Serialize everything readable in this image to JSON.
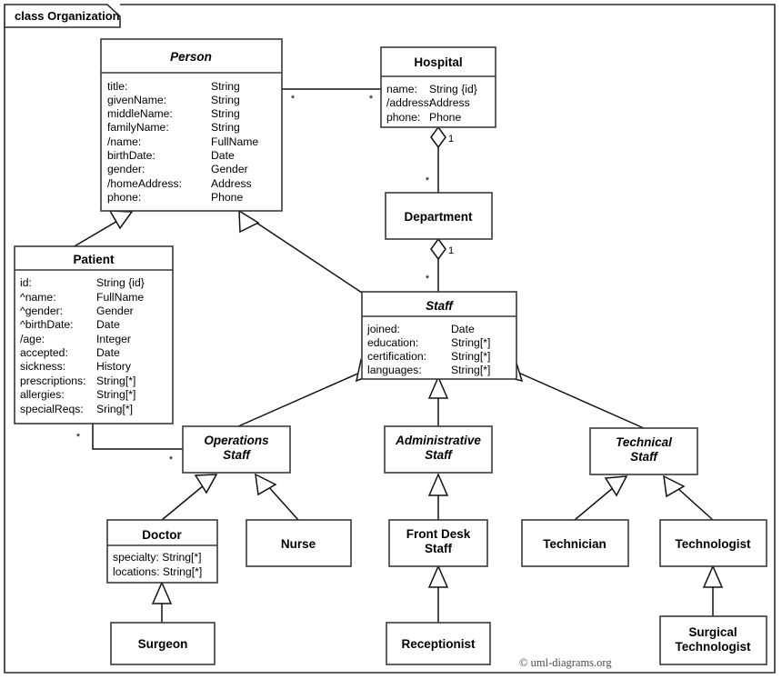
{
  "frame": {
    "label": "class Organization",
    "credit": "© uml-diagrams.org"
  },
  "classes": {
    "person": {
      "name": "Person",
      "abstract": true,
      "attributes": [
        {
          "name": "title:",
          "type": "String"
        },
        {
          "name": "givenName:",
          "type": "String"
        },
        {
          "name": "middleName:",
          "type": "String"
        },
        {
          "name": "familyName:",
          "type": "String"
        },
        {
          "name": "/name:",
          "type": "FullName"
        },
        {
          "name": "birthDate:",
          "type": "Date"
        },
        {
          "name": "gender:",
          "type": "Gender"
        },
        {
          "name": "/homeAddress:",
          "type": "Address"
        },
        {
          "name": "phone:",
          "type": "Phone"
        }
      ]
    },
    "hospital": {
      "name": "Hospital",
      "abstract": false,
      "attributes": [
        {
          "name": "name:",
          "type": "String {id}"
        },
        {
          "name": "/address:",
          "type": "Address"
        },
        {
          "name": "phone:",
          "type": "Phone"
        }
      ]
    },
    "department": {
      "name": "Department",
      "abstract": false,
      "attributes": []
    },
    "patient": {
      "name": "Patient",
      "abstract": false,
      "attributes": [
        {
          "name": "id:",
          "type": "String {id}"
        },
        {
          "name": "^name:",
          "type": "FullName"
        },
        {
          "name": "^gender:",
          "type": "Gender"
        },
        {
          "name": "^birthDate:",
          "type": "Date"
        },
        {
          "name": "/age:",
          "type": "Integer"
        },
        {
          "name": "accepted:",
          "type": "Date"
        },
        {
          "name": "sickness:",
          "type": "History"
        },
        {
          "name": "prescriptions:",
          "type": "String[*]"
        },
        {
          "name": "allergies:",
          "type": "String[*]"
        },
        {
          "name": "specialReqs:",
          "type": "Sring[*]"
        }
      ]
    },
    "staff": {
      "name": "Staff",
      "abstract": true,
      "attributes": [
        {
          "name": "joined:",
          "type": "Date"
        },
        {
          "name": "education:",
          "type": "String[*]"
        },
        {
          "name": "certification:",
          "type": "String[*]"
        },
        {
          "name": "languages:",
          "type": "String[*]"
        }
      ]
    },
    "operations_staff": {
      "name_line1": "Operations",
      "name_line2": "Staff",
      "abstract": true
    },
    "administrative_staff": {
      "name_line1": "Administrative",
      "name_line2": "Staff",
      "abstract": true
    },
    "technical_staff": {
      "name_line1": "Technical",
      "name_line2": "Staff",
      "abstract": true
    },
    "doctor": {
      "name": "Doctor",
      "abstract": false,
      "attributes": [
        {
          "name": "specialty: String[*]"
        },
        {
          "name": "locations: String[*]"
        }
      ]
    },
    "nurse": {
      "name": "Nurse",
      "abstract": false
    },
    "front_desk_staff": {
      "name_line1": "Front Desk",
      "name_line2": "Staff",
      "abstract": false
    },
    "technician": {
      "name": "Technician",
      "abstract": false
    },
    "technologist": {
      "name": "Technologist",
      "abstract": false
    },
    "surgeon": {
      "name": "Surgeon",
      "abstract": false
    },
    "receptionist": {
      "name": "Receptionist",
      "abstract": false
    },
    "surgical_technologist": {
      "name_line1": "Surgical",
      "name_line2": "Technologist",
      "abstract": false
    }
  },
  "multiplicities": {
    "person_hospital_source": "*",
    "person_hospital_target": "*",
    "hospital_department_whole": "1",
    "hospital_department_part": "*",
    "department_staff_whole": "1",
    "department_staff_part": "*",
    "patient_operations_source": "*",
    "patient_operations_target": "*"
  },
  "relationships": [
    {
      "kind": "association",
      "from": "Person",
      "to": "Hospital"
    },
    {
      "kind": "aggregation",
      "from": "Hospital",
      "to": "Department"
    },
    {
      "kind": "aggregation",
      "from": "Department",
      "to": "Staff"
    },
    {
      "kind": "generalization",
      "from": "Patient",
      "to": "Person"
    },
    {
      "kind": "generalization",
      "from": "Staff",
      "to": "Person"
    },
    {
      "kind": "association",
      "from": "Patient",
      "to": "Operations Staff"
    },
    {
      "kind": "generalization",
      "from": "Operations Staff",
      "to": "Staff"
    },
    {
      "kind": "generalization",
      "from": "Administrative Staff",
      "to": "Staff"
    },
    {
      "kind": "generalization",
      "from": "Technical Staff",
      "to": "Staff"
    },
    {
      "kind": "generalization",
      "from": "Doctor",
      "to": "Operations Staff"
    },
    {
      "kind": "generalization",
      "from": "Nurse",
      "to": "Operations Staff"
    },
    {
      "kind": "generalization",
      "from": "Front Desk Staff",
      "to": "Administrative Staff"
    },
    {
      "kind": "generalization",
      "from": "Technician",
      "to": "Technical Staff"
    },
    {
      "kind": "generalization",
      "from": "Technologist",
      "to": "Technical Staff"
    },
    {
      "kind": "generalization",
      "from": "Surgeon",
      "to": "Doctor"
    },
    {
      "kind": "generalization",
      "from": "Receptionist",
      "to": "Front Desk Staff"
    },
    {
      "kind": "generalization",
      "from": "Surgical Technologist",
      "to": "Technologist"
    }
  ],
  "colors": {
    "background": "#ffffff",
    "box_stroke": "#3a3a3a",
    "line": "#111111",
    "text": "#000000",
    "credit": "#4a4a4a"
  }
}
